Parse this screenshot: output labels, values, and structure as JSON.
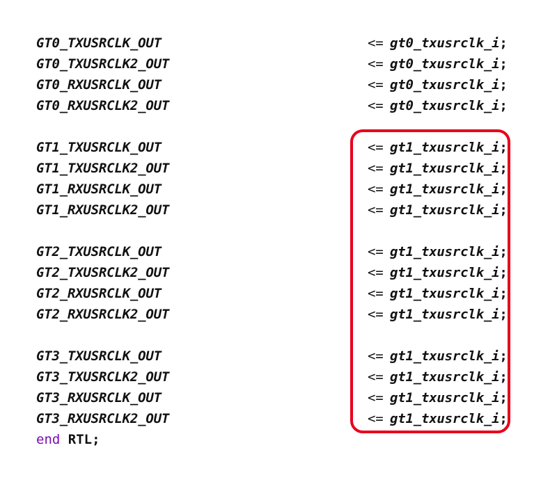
{
  "code": {
    "groups": [
      {
        "lines": [
          {
            "lhs": "GT0_TXUSRCLK_OUT",
            "op": "<=",
            "rhs": "gt0_txusrclk_i",
            "semi": ";"
          },
          {
            "lhs": "GT0_TXUSRCLK2_OUT",
            "op": "<=",
            "rhs": "gt0_txusrclk_i",
            "semi": ";"
          },
          {
            "lhs": "GT0_RXUSRCLK_OUT",
            "op": "<=",
            "rhs": "gt0_txusrclk_i",
            "semi": ";"
          },
          {
            "lhs": "GT0_RXUSRCLK2_OUT",
            "op": "<=",
            "rhs": "gt0_txusrclk_i",
            "semi": ";"
          }
        ]
      },
      {
        "lines": [
          {
            "lhs": "GT1_TXUSRCLK_OUT",
            "op": "<=",
            "rhs": "gt1_txusrclk_i",
            "semi": ";"
          },
          {
            "lhs": "GT1_TXUSRCLK2_OUT",
            "op": "<=",
            "rhs": "gt1_txusrclk_i",
            "semi": ";"
          },
          {
            "lhs": "GT1_RXUSRCLK_OUT",
            "op": "<=",
            "rhs": "gt1_txusrclk_i",
            "semi": ";"
          },
          {
            "lhs": "GT1_RXUSRCLK2_OUT",
            "op": "<=",
            "rhs": "gt1_txusrclk_i",
            "semi": ";"
          }
        ]
      },
      {
        "lines": [
          {
            "lhs": "GT2_TXUSRCLK_OUT",
            "op": "<=",
            "rhs": "gt1_txusrclk_i",
            "semi": ";"
          },
          {
            "lhs": "GT2_TXUSRCLK2_OUT",
            "op": "<=",
            "rhs": "gt1_txusrclk_i",
            "semi": ";"
          },
          {
            "lhs": "GT2_RXUSRCLK_OUT",
            "op": "<=",
            "rhs": "gt1_txusrclk_i",
            "semi": ";"
          },
          {
            "lhs": "GT2_RXUSRCLK2_OUT",
            "op": "<=",
            "rhs": "gt1_txusrclk_i",
            "semi": ";"
          }
        ]
      },
      {
        "lines": [
          {
            "lhs": "GT3_TXUSRCLK_OUT",
            "op": "<=",
            "rhs": "gt1_txusrclk_i",
            "semi": ";"
          },
          {
            "lhs": "GT3_TXUSRCLK2_OUT",
            "op": "<=",
            "rhs": "gt1_txusrclk_i",
            "semi": ";"
          },
          {
            "lhs": "GT3_RXUSRCLK_OUT",
            "op": "<=",
            "rhs": "gt1_txusrclk_i",
            "semi": ";"
          },
          {
            "lhs": "GT3_RXUSRCLK2_OUT",
            "op": "<=",
            "rhs": "gt1_txusrclk_i",
            "semi": ";"
          }
        ]
      }
    ],
    "end_keyword": "end",
    "end_name": "RTL;"
  },
  "colors": {
    "highlight_border": "#e8001c",
    "keyword": "#7a0dab",
    "text": "#111111"
  }
}
